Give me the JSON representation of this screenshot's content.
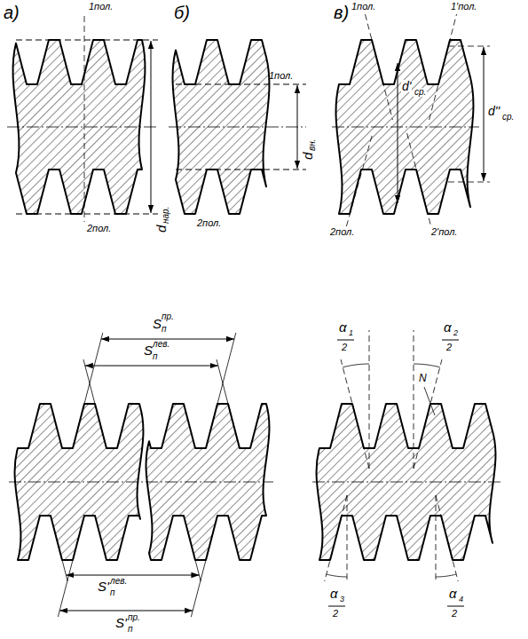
{
  "diagram": {
    "labels": [
      "а)",
      "б)",
      "в)",
      "1пол.",
      "d",
      "нар.",
      "2пол.",
      "1пол.",
      "d",
      "вн.",
      "2пол.",
      "1пол.",
      "1'пол.",
      "d'",
      "ср.",
      "d''",
      "ср.",
      "2пол.",
      "2'пол.",
      "S",
      "пр.",
      "п",
      "S",
      "лев.",
      "п",
      "S'",
      "лев.",
      "п",
      "S'",
      "пр.",
      "п",
      "α",
      "1",
      "2",
      "α",
      "2",
      "2",
      "N",
      "α",
      "3",
      "2",
      "α",
      "4",
      "2"
    ]
  }
}
